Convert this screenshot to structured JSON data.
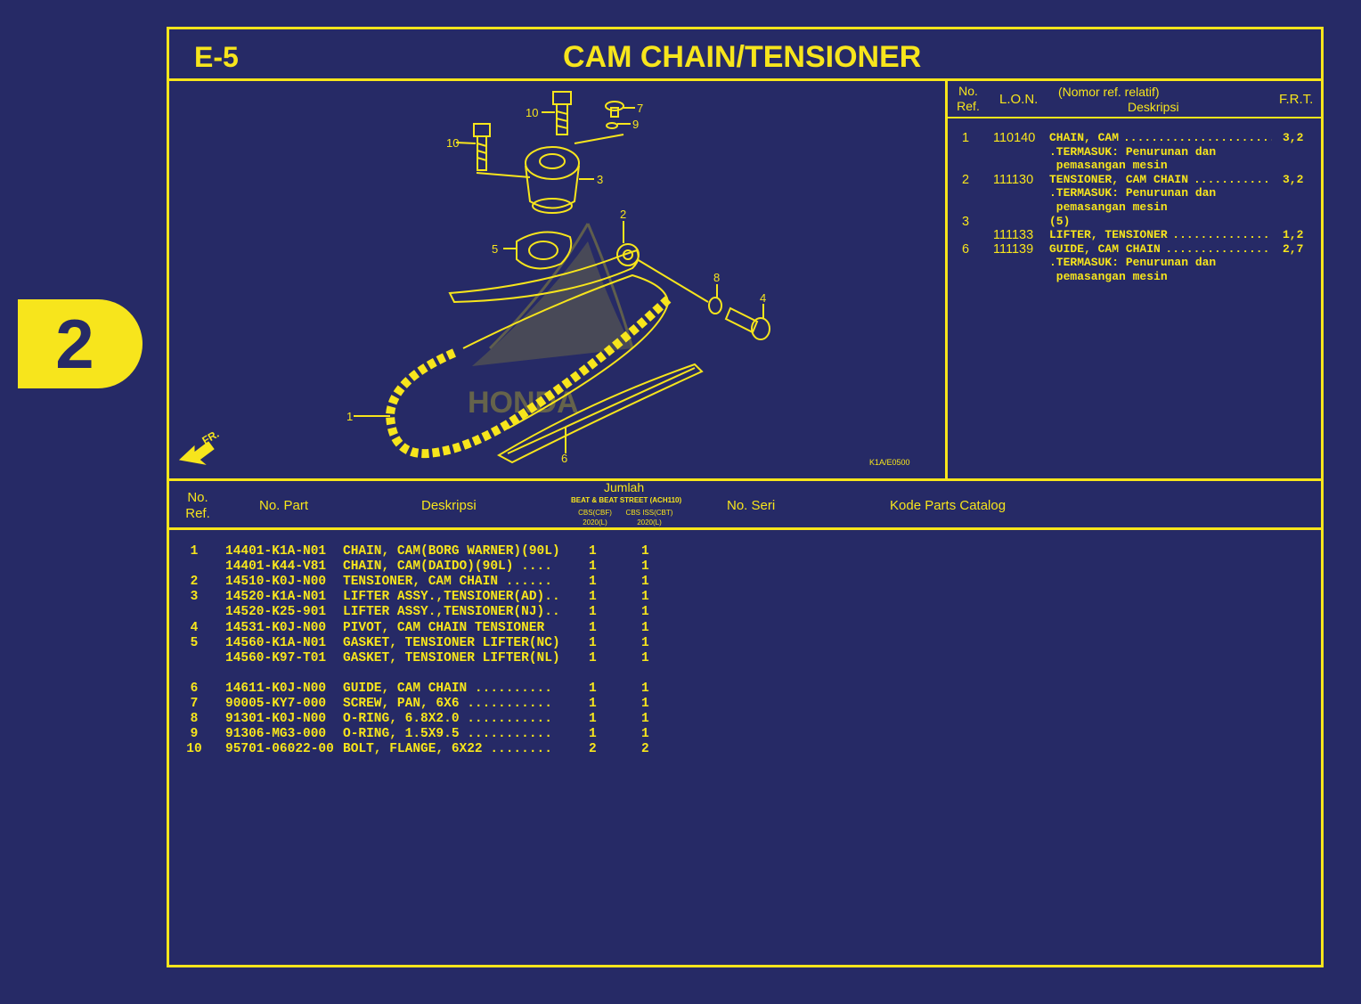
{
  "section_tab": "2",
  "header": {
    "code": "E-5",
    "title": "CAM CHAIN/TENSIONER"
  },
  "diagram": {
    "callouts": [
      "1",
      "2",
      "3",
      "4",
      "5",
      "6",
      "7",
      "8",
      "9",
      "10",
      "10"
    ],
    "direction_label": "FR.",
    "drawing_code": "K1A/E0500",
    "watermark": "HONDA"
  },
  "ref_table": {
    "headers": {
      "no_ref": "No.\nRef.",
      "lon": "L.O.N.",
      "desc_line1": "(Nomor ref. relatif)",
      "desc_line2": "Deskripsi",
      "frt": "F.R.T."
    },
    "lines": [
      {
        "ref": "1",
        "lon": "110140",
        "desc": "CHAIN, CAM",
        "frt": "3,2"
      },
      {
        "ref": "",
        "lon": "",
        "desc": ".TERMASUK: Penurunan dan",
        "frt": ""
      },
      {
        "ref": "",
        "lon": "",
        "desc": " pemasangan mesin",
        "frt": ""
      },
      {
        "ref": "2",
        "lon": "111130",
        "desc": "TENSIONER, CAM CHAIN",
        "frt": "3,2"
      },
      {
        "ref": "",
        "lon": "",
        "desc": ".TERMASUK: Penurunan dan",
        "frt": ""
      },
      {
        "ref": "",
        "lon": "",
        "desc": " pemasangan mesin",
        "frt": ""
      },
      {
        "ref": "3",
        "lon": "",
        "desc": "(5)",
        "frt": ""
      },
      {
        "ref": "",
        "lon": "111133",
        "desc": "LIFTER, TENSIONER",
        "frt": "1,2"
      },
      {
        "ref": "6",
        "lon": "111139",
        "desc": "GUIDE, CAM CHAIN",
        "frt": "2,7"
      },
      {
        "ref": "",
        "lon": "",
        "desc": ".TERMASUK: Penurunan dan",
        "frt": ""
      },
      {
        "ref": "",
        "lon": "",
        "desc": " pemasangan mesin",
        "frt": ""
      }
    ]
  },
  "parts_table": {
    "headers": {
      "no_ref": "No.\nRef.",
      "part_no": "No. Part",
      "desc": "Deskripsi",
      "jumlah": "Jumlah",
      "model": "BEAT & BEAT STREET (ACH110)",
      "col1": "CBS(CBF)\n2020(L)",
      "col2": "CBS ISS(CBT)\n2020(L)",
      "serial": "No. Seri",
      "catalog": "Kode Parts Catalog"
    },
    "rows": [
      {
        "ref": "1",
        "part": "14401-K1A-N01",
        "desc": "CHAIN, CAM(BORG WARNER)(90L)",
        "q1": "1",
        "q2": "1"
      },
      {
        "ref": "",
        "part": "14401-K44-V81",
        "desc": "CHAIN, CAM(DAIDO)(90L) ....",
        "q1": "1",
        "q2": "1"
      },
      {
        "ref": "2",
        "part": "14510-K0J-N00",
        "desc": "TENSIONER, CAM CHAIN ......",
        "q1": "1",
        "q2": "1"
      },
      {
        "ref": "3",
        "part": "14520-K1A-N01",
        "desc": "LIFTER ASSY.,TENSIONER(AD)..",
        "q1": "1",
        "q2": "1"
      },
      {
        "ref": "",
        "part": "14520-K25-901",
        "desc": "LIFTER ASSY.,TENSIONER(NJ)..",
        "q1": "1",
        "q2": "1"
      },
      {
        "ref": "4",
        "part": "14531-K0J-N00",
        "desc": "PIVOT, CAM CHAIN TENSIONER",
        "q1": "1",
        "q2": "1"
      },
      {
        "ref": "5",
        "part": "14560-K1A-N01",
        "desc": "GASKET, TENSIONER LIFTER(NC)",
        "q1": "1",
        "q2": "1"
      },
      {
        "ref": "",
        "part": "14560-K97-T01",
        "desc": "GASKET, TENSIONER LIFTER(NL)",
        "q1": "1",
        "q2": "1"
      },
      {
        "ref": "6",
        "part": "14611-K0J-N00",
        "desc": "GUIDE, CAM CHAIN ..........",
        "q1": "1",
        "q2": "1"
      },
      {
        "ref": "7",
        "part": "90005-KY7-000",
        "desc": "SCREW, PAN, 6X6 ...........",
        "q1": "1",
        "q2": "1"
      },
      {
        "ref": "8",
        "part": "91301-K0J-N00",
        "desc": "O-RING, 6.8X2.0 ...........",
        "q1": "1",
        "q2": "1"
      },
      {
        "ref": "9",
        "part": "91306-MG3-000",
        "desc": "O-RING, 1.5X9.5 ...........",
        "q1": "1",
        "q2": "1"
      },
      {
        "ref": "10",
        "part": "95701-06022-00",
        "desc": "BOLT, FLANGE, 6X22 ........",
        "q1": "2",
        "q2": "2"
      }
    ]
  },
  "colors": {
    "background": "#262a66",
    "ink": "#f7e51c"
  }
}
